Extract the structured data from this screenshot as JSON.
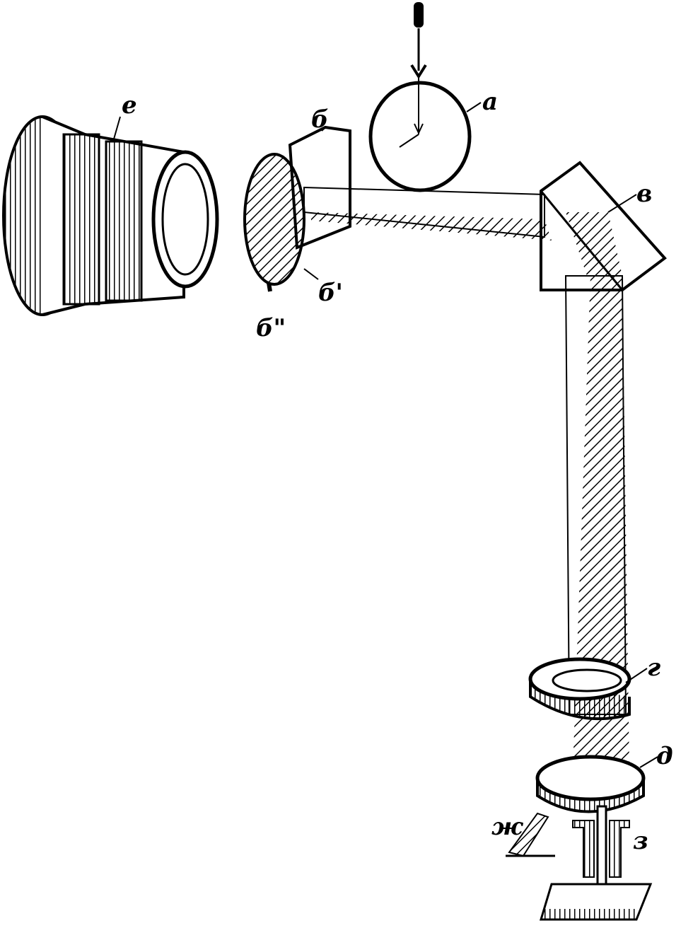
{
  "labels": {
    "a": "а",
    "b": "б",
    "b_prime": "б'",
    "b_double_prime": "б\"",
    "v": "в",
    "g": "г",
    "d": "д",
    "e": "е",
    "zh": "ж",
    "z": "з"
  },
  "colors": {
    "ink": "#000000",
    "paper": "#ffffff"
  }
}
